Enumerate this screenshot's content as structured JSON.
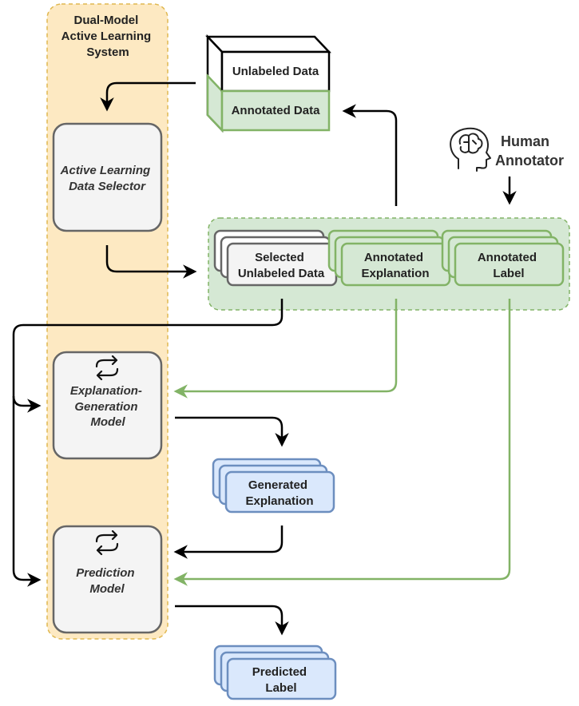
{
  "system_label": [
    "Dual-Model",
    "Active Learning",
    "System"
  ],
  "data_store": {
    "unlabeled": "Unlabeled Data",
    "annotated": "Annotated Data"
  },
  "human_annotator": [
    "Human",
    "Annotator"
  ],
  "selector": [
    "Active Learning",
    "Data Selector"
  ],
  "annotation_batch": {
    "selected": [
      "Selected",
      "Unlabeled Data"
    ],
    "explanation": [
      "Annotated",
      "Explanation"
    ],
    "label": [
      "Annotated",
      "Label"
    ]
  },
  "explanation_model": [
    "Explanation-",
    "Generation",
    "Model"
  ],
  "generated_explanation": [
    "Generated",
    "Explanation"
  ],
  "prediction_model": [
    "Prediction",
    "Model"
  ],
  "predicted_label": [
    "Predicted",
    "Label"
  ],
  "icons": {
    "model": "cycle-icon",
    "annotator": "brain-head-icon"
  },
  "colors": {
    "system_fill": "#fde9c2",
    "system_stroke": "#e0b850",
    "green_fill": "#d5e8d4",
    "green_stroke": "#82b366",
    "blue_fill": "#dae8fc",
    "blue_stroke": "#6c8ebf",
    "gray_fill": "#f4f4f4",
    "gray_stroke": "#666666"
  }
}
